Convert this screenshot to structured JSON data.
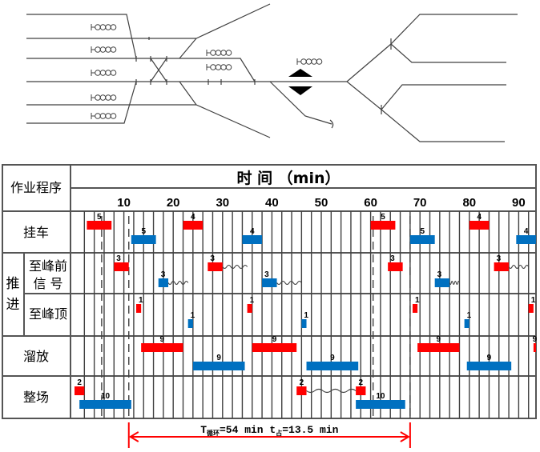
{
  "yard_diagram": {
    "description": "Hump yard track layout with receiving tracks, hump and classification fan",
    "train_symbol": "⊢OOOO",
    "hump_marker": "triangle-pair-icon"
  },
  "table": {
    "corner_header": "作业程序",
    "time_header": "时  间  （min）",
    "rows": [
      {
        "id": "couple",
        "label": "挂车"
      },
      {
        "id": "push",
        "label": "推进",
        "sub": [
          {
            "id": "push-signal",
            "label_lines": [
              "至峰前",
              "信  号"
            ]
          },
          {
            "id": "push-top",
            "label": "至峰顶"
          }
        ]
      },
      {
        "id": "slide",
        "label": "溜放"
      },
      {
        "id": "tidy",
        "label": "整场"
      }
    ]
  },
  "chart_data": {
    "type": "gantt",
    "title": "驼峰作业时间图",
    "xlabel": "时间 (min)",
    "xlim": [
      0,
      92
    ],
    "x_ticks": [
      10,
      20,
      30,
      40,
      50,
      60,
      70,
      80,
      90
    ],
    "grid": true,
    "colors": {
      "red": "#ff0000",
      "blue": "#0070c0",
      "line": "#404040",
      "arrow": "#ff0000"
    },
    "series": [
      {
        "row": "couple",
        "color": "red",
        "start": 2.5,
        "duration": 5,
        "label": "5"
      },
      {
        "row": "couple",
        "color": "blue",
        "start": 11.5,
        "duration": 5,
        "label": "5"
      },
      {
        "row": "couple",
        "color": "red",
        "start": 22,
        "duration": 4,
        "label": "4"
      },
      {
        "row": "couple",
        "color": "blue",
        "start": 34,
        "duration": 4,
        "label": "4"
      },
      {
        "row": "couple",
        "color": "red",
        "start": 60,
        "duration": 5,
        "label": "5"
      },
      {
        "row": "couple",
        "color": "blue",
        "start": 68,
        "duration": 5,
        "label": "5"
      },
      {
        "row": "couple",
        "color": "red",
        "start": 80,
        "duration": 4,
        "label": "4"
      },
      {
        "row": "couple",
        "color": "blue",
        "start": 89.5,
        "duration": 4,
        "label": "4"
      },
      {
        "row": "push-signal",
        "color": "red",
        "start": 8,
        "duration": 3,
        "label": "3"
      },
      {
        "row": "push-signal",
        "color": "blue",
        "start": 17,
        "duration": 2,
        "label": "3",
        "wait_to": 23
      },
      {
        "row": "push-signal",
        "color": "red",
        "start": 27,
        "duration": 3,
        "label": "3",
        "wait_to": 35
      },
      {
        "row": "push-signal",
        "color": "blue",
        "start": 38,
        "duration": 3,
        "label": "3",
        "wait_to": 46
      },
      {
        "row": "push-signal",
        "color": "red",
        "start": 63.5,
        "duration": 3,
        "label": "3"
      },
      {
        "row": "push-signal",
        "color": "blue",
        "start": 73,
        "duration": 3,
        "label": "3",
        "wait_to": 78
      },
      {
        "row": "push-signal",
        "color": "red",
        "start": 85,
        "duration": 3,
        "label": "3",
        "wait_to": 92
      },
      {
        "row": "push-top",
        "color": "red",
        "start": 12.5,
        "duration": 1,
        "label": "1"
      },
      {
        "row": "push-top",
        "color": "blue",
        "start": 23,
        "duration": 1,
        "label": "1"
      },
      {
        "row": "push-top",
        "color": "red",
        "start": 35,
        "duration": 1,
        "label": "1"
      },
      {
        "row": "push-top",
        "color": "blue",
        "start": 46,
        "duration": 1,
        "label": "1"
      },
      {
        "row": "push-top",
        "color": "red",
        "start": 68.5,
        "duration": 1,
        "label": "1"
      },
      {
        "row": "push-top",
        "color": "blue",
        "start": 79,
        "duration": 1,
        "label": "1"
      },
      {
        "row": "push-top",
        "color": "red",
        "start": 92,
        "duration": 1,
        "label": "1"
      },
      {
        "row": "slide",
        "color": "red",
        "start": 13.5,
        "duration": 8.5,
        "label": "9"
      },
      {
        "row": "slide",
        "color": "blue",
        "start": 24,
        "duration": 10.5,
        "label": "9"
      },
      {
        "row": "slide",
        "color": "red",
        "start": 36,
        "duration": 9,
        "label": "9"
      },
      {
        "row": "slide",
        "color": "blue",
        "start": 47,
        "duration": 10.5,
        "label": "9"
      },
      {
        "row": "slide",
        "color": "red",
        "start": 69.5,
        "duration": 8.5,
        "label": "9"
      },
      {
        "row": "slide",
        "color": "blue",
        "start": 79.5,
        "duration": 9,
        "label": "9"
      },
      {
        "row": "slide",
        "color": "red",
        "start": 93,
        "duration": 1,
        "label": "9"
      },
      {
        "row": "tidy",
        "color": "red",
        "start": 0,
        "duration": 2,
        "label": "2"
      },
      {
        "row": "tidy",
        "color": "blue",
        "start": 1,
        "duration": 10.5,
        "label": "10"
      },
      {
        "row": "tidy",
        "color": "red",
        "start": 45,
        "duration": 2,
        "label": "2",
        "wait_to": 57
      },
      {
        "row": "tidy",
        "color": "red",
        "start": 57,
        "duration": 2,
        "label": "2"
      },
      {
        "row": "tidy",
        "color": "blue",
        "start": 57,
        "duration": 10,
        "label": "10"
      }
    ],
    "annotations": [
      {
        "type": "double-arrow",
        "from": 11,
        "to": 68,
        "text_main": "T",
        "text_sub": "循环",
        "text_rest": "=54 min  t",
        "text_sub2": "占",
        "text_rest2": "=13.5 min"
      }
    ]
  }
}
